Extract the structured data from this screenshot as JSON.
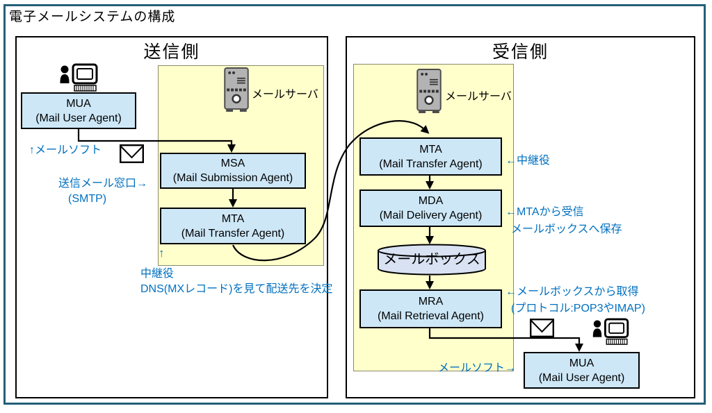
{
  "title": "電子メールシステムの構成",
  "colors": {
    "outer_frame": "#235F79",
    "panel_border": "#000000",
    "agent_box_fill": "#CDE7F7",
    "server_area_fill": "#FFFFCC",
    "mailbox_fill": "#D9E2F2",
    "note_text": "#0070C0"
  },
  "sender": {
    "header": "送信側",
    "server_label": "メールサーバ",
    "mua": {
      "acronym": "MUA",
      "full": "(Mail User Agent)"
    },
    "msa": {
      "acronym": "MSA",
      "full": "(Mail Submission Agent)"
    },
    "mta": {
      "acronym": "MTA",
      "full": "(Mail Transfer Agent)"
    },
    "mailsoft_note": "↑メールソフト",
    "smtp_note_line1": "送信メール窓口→",
    "smtp_note_line2": "(SMTP)",
    "relay_up_arrow": "↑",
    "relay_note_line1": "中継役",
    "relay_note_line2": "DNS(MXレコード)を見て配送先を決定"
  },
  "receiver": {
    "header": "受信側",
    "server_label": "メールサーバ",
    "mta": {
      "acronym": "MTA",
      "full": "(Mail Transfer Agent)"
    },
    "mta_note": "←中継役",
    "mda": {
      "acronym": "MDA",
      "full": "(Mail Delivery Agent)"
    },
    "mda_note_line1": "←MTAから受信",
    "mda_note_line2": "メールボックスへ保存",
    "mailbox_label": "メールボックス",
    "mra": {
      "acronym": "MRA",
      "full": "(Mail Retrieval Agent)"
    },
    "mra_note_line1": "←メールボックスから取得",
    "mra_note_line2": "(プロトコル:POP3やIMAP)",
    "mua": {
      "acronym": "MUA",
      "full": "(Mail User Agent)"
    },
    "mailsoft_note": "メールソフト→"
  }
}
